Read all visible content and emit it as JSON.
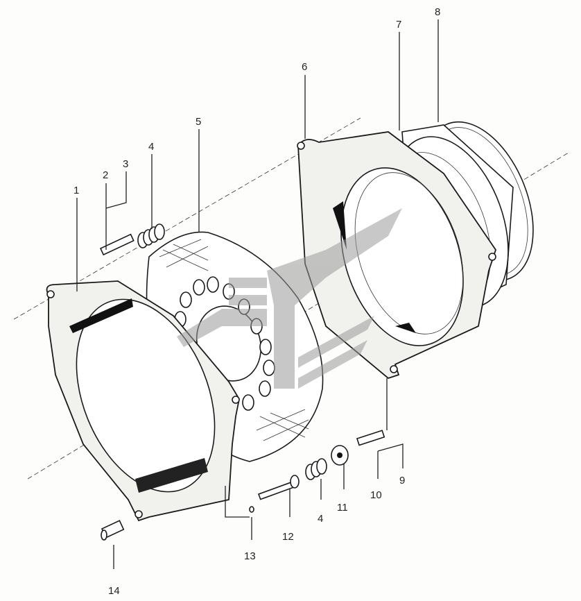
{
  "diagram": {
    "callouts": [
      {
        "id": "c1",
        "text": "1"
      },
      {
        "id": "c2",
        "text": "2"
      },
      {
        "id": "c3",
        "text": "3"
      },
      {
        "id": "c4a",
        "text": "4"
      },
      {
        "id": "c5",
        "text": "5"
      },
      {
        "id": "c6",
        "text": "6"
      },
      {
        "id": "c7",
        "text": "7"
      },
      {
        "id": "c8",
        "text": "8"
      },
      {
        "id": "c9",
        "text": "9"
      },
      {
        "id": "c10",
        "text": "10"
      },
      {
        "id": "c11",
        "text": "11"
      },
      {
        "id": "c12",
        "text": "12"
      },
      {
        "id": "c4b",
        "text": "4"
      },
      {
        "id": "c13",
        "text": "13"
      },
      {
        "id": "c14",
        "text": "14"
      }
    ],
    "colors": {
      "line": "#1a1a1a",
      "watermark": "#9a9a9a",
      "background": "#fdfdfb"
    }
  }
}
